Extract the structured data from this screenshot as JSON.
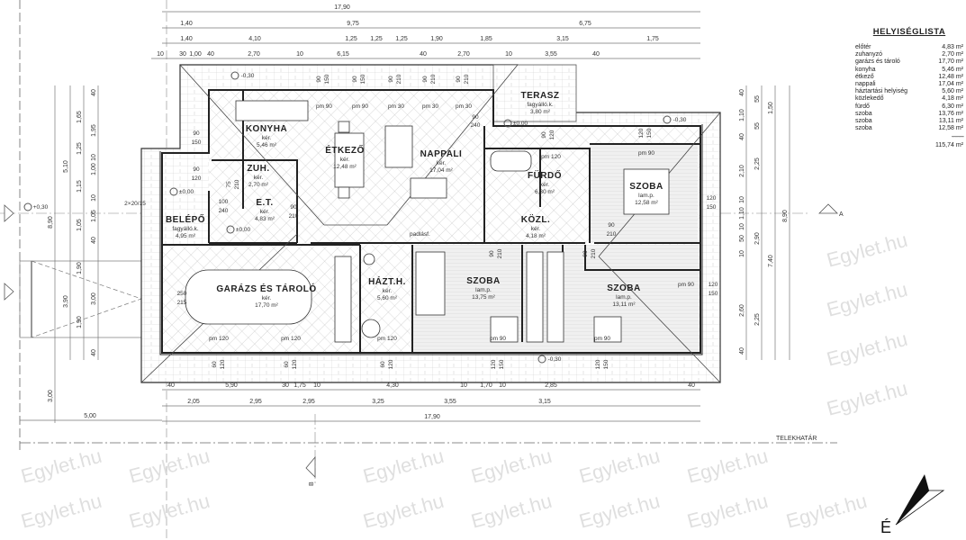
{
  "legend": {
    "title": "HELYISÉGLISTA",
    "rows": [
      {
        "name": "előtér",
        "area": "4,83 m²"
      },
      {
        "name": "zuhanyzó",
        "area": "2,70 m²"
      },
      {
        "name": "garázs és tároló",
        "area": "17,70 m²"
      },
      {
        "name": "konyha",
        "area": "5,46 m²"
      },
      {
        "name": "étkező",
        "area": "12,48 m²"
      },
      {
        "name": "nappali",
        "area": "17,04 m²"
      },
      {
        "name": "háztartási helyiség",
        "area": "5,60 m²"
      },
      {
        "name": "közlekedő",
        "area": "4,18 m²"
      },
      {
        "name": "fürdő",
        "area": "6,30 m²"
      },
      {
        "name": "szoba",
        "area": "13,76 m²"
      },
      {
        "name": "szoba",
        "area": "13,11 m²"
      },
      {
        "name": "szoba",
        "area": "12,58 m²"
      }
    ],
    "separator": "----------",
    "total": "115,74 m²"
  },
  "rooms": [
    {
      "name": "KONYHA",
      "floor": "kér.",
      "area": "5,46 m²"
    },
    {
      "name": "ÉTKEZŐ",
      "floor": "kér.",
      "area": "12,48 m²"
    },
    {
      "name": "NAPPALI",
      "floor": "kér.",
      "area": "17,04 m²"
    },
    {
      "name": "TERASZ",
      "floor": "fagyálló.k.",
      "area": "3,80 m²"
    },
    {
      "name": "ZUH.",
      "floor": "kér.",
      "area": "2,70 m²"
    },
    {
      "name": "E.T.",
      "floor": "kér.",
      "area": "4,83 m²"
    },
    {
      "name": "BELÉPŐ",
      "floor": "fagyálló.k.",
      "area": "4,95 m²"
    },
    {
      "name": "FÜRDŐ",
      "floor": "kér.",
      "area": "6,30 m²"
    },
    {
      "name": "SZOBA",
      "floor": "lam.p.",
      "area": "12,58 m²"
    },
    {
      "name": "KÖZL.",
      "floor": "kér.",
      "area": "4,18 m²"
    },
    {
      "name": "GARÁZS ÉS TÁROLÓ",
      "floor": "kér.",
      "area": "17,70 m²"
    },
    {
      "name": "HÁZT.H.",
      "floor": "kér.",
      "area": "5,60 m²"
    },
    {
      "name": "SZOBA",
      "floor": "lam.p.",
      "area": "13,75 m²"
    },
    {
      "name": "SZOBA",
      "floor": "lam.p.",
      "area": "13,11 m²"
    }
  ],
  "dimensions": {
    "top1": [
      "17,90"
    ],
    "top2": [
      "1,40",
      "9,75",
      "6,75"
    ],
    "top3": [
      "1,40",
      "4,10",
      "1,25",
      "1,25",
      "1,25",
      "1,90",
      "1,85",
      "3,15",
      "1,75"
    ],
    "top4": [
      "10",
      "30",
      "1,00",
      "40",
      "2,70",
      "10",
      "6,15",
      "40",
      "2,70",
      "10",
      "3,55",
      "40"
    ],
    "bottom1": [
      "40",
      "5,90",
      "30",
      "1,75",
      "10",
      "4,30",
      "10",
      "1,70",
      "10",
      "2,85",
      "40"
    ],
    "bottom2": [
      "2,05",
      "2,95",
      "2,95",
      "3,25",
      "3,55",
      "3,15"
    ],
    "bottom3": [
      "17,90"
    ],
    "bottom_left": [
      "5,00"
    ],
    "left1": [
      "8,90",
      "3,00"
    ],
    "left2": [
      "5,10",
      "3,90"
    ],
    "left3": [
      "1,65",
      "1,25",
      "1,15",
      "1,05",
      "1,90",
      "1,90"
    ],
    "left4": [
      "40",
      "1,95",
      "10",
      "1,00",
      "10",
      "1,05",
      "40",
      "3,00",
      "40"
    ],
    "right1": [
      "40",
      "1,10",
      "40",
      "2,10",
      "10",
      "1,10",
      "10",
      "50",
      "10",
      "2,60",
      "40"
    ],
    "right2": [
      "55",
      "55",
      "2,25",
      "2,90",
      "2,25"
    ],
    "right3": [
      "1,50",
      "7,40"
    ],
    "right4": [
      "8,90"
    ]
  },
  "openings": [
    "90",
    "150",
    "pm 90",
    "90",
    "150",
    "pm 90",
    "90",
    "210",
    "pm 30",
    "90",
    "210",
    "pm 30",
    "90",
    "210",
    "pm 30",
    "90",
    "240",
    "90",
    "120",
    "pm 120",
    "120",
    "150",
    "pm 90",
    "90",
    "150",
    "90",
    "120",
    "100",
    "240",
    "90",
    "210",
    "75",
    "210",
    "120",
    "150",
    "90",
    "210",
    "250",
    "215",
    "pm 120",
    "60",
    "120",
    "pm 120",
    "60",
    "120",
    "pm 120",
    "60",
    "120",
    "pm 90",
    "120",
    "150",
    "pm 90",
    "120",
    "150",
    "120",
    "150",
    "90",
    "210",
    "pm 90",
    "90",
    "210",
    "2×20/15"
  ],
  "elevations": [
    "-0,30",
    "±0,00",
    "-0,30",
    "±0,00",
    "±0,00",
    "+0,30",
    "-0,30"
  ],
  "annotations": {
    "attic": "padlásf.",
    "plot_border": "TELEKHATÁR",
    "north": "É",
    "section_a": "A",
    "section_b": "B"
  },
  "watermark": "Egylet.hu"
}
